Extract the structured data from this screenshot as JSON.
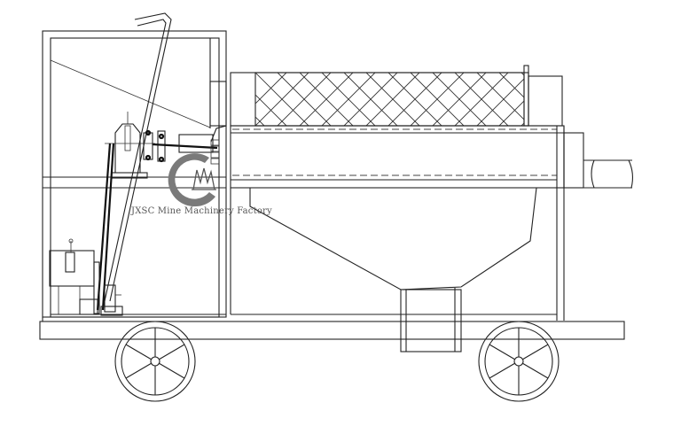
{
  "diagram": {
    "type": "technical-line-drawing",
    "subject": "mobile trommel screen (side elevation)",
    "watermark": {
      "text": "JXSC Mine Machinery Factory",
      "logo_color": "#7a7a7a"
    },
    "components": [
      {
        "id": "frame-housing",
        "label": "drive housing frame"
      },
      {
        "id": "feed-handle",
        "label": "inclined lever / handle"
      },
      {
        "id": "gear-reducer",
        "label": "gear reducer"
      },
      {
        "id": "motor",
        "label": "motor"
      },
      {
        "id": "drive-belt",
        "label": "drive belt / chain"
      },
      {
        "id": "trommel-screen",
        "label": "rotary screen drum (mesh)"
      },
      {
        "id": "drum-shell",
        "label": "drum shell"
      },
      {
        "id": "discharge-pipe",
        "label": "oversize discharge pipe"
      },
      {
        "id": "hopper",
        "label": "undersize collection hopper"
      },
      {
        "id": "outlet-chute",
        "label": "hopper outlet chute"
      },
      {
        "id": "chassis",
        "label": "trailer chassis beam"
      },
      {
        "id": "wheel-front",
        "label": "front wheel"
      },
      {
        "id": "wheel-rear",
        "label": "rear wheel"
      }
    ],
    "colors": {
      "line": "#222222",
      "background": "#ffffff",
      "logo": "#7a7a7a"
    }
  }
}
